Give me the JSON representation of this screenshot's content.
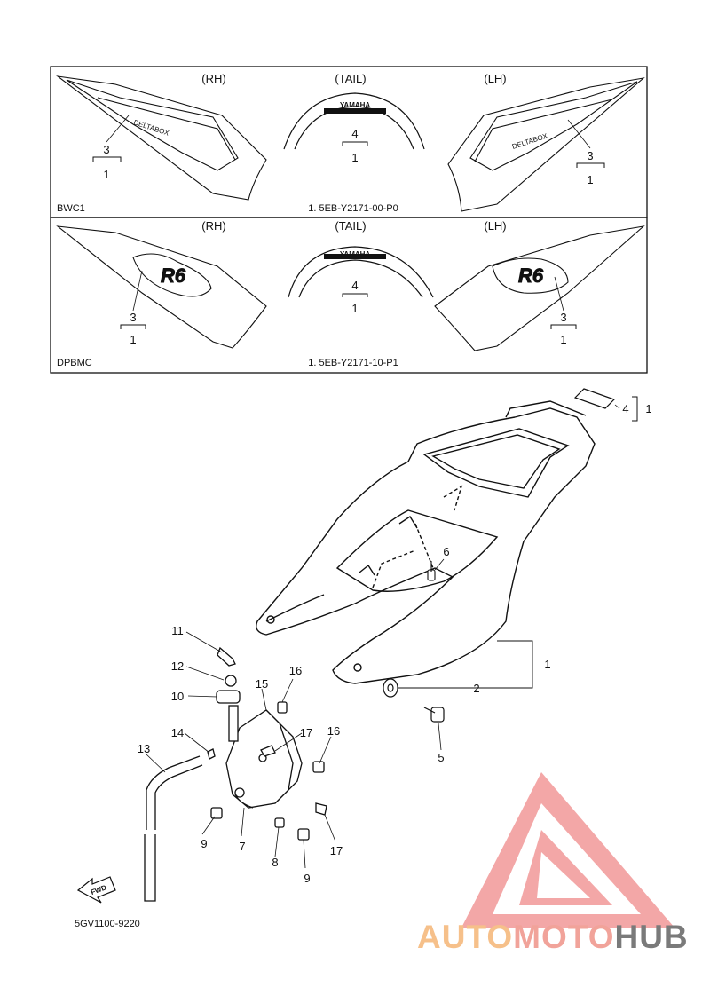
{
  "panel_bwc1": {
    "rh": "(RH)",
    "tail": "(TAIL)",
    "lh": "(LH)",
    "code": "BWC1",
    "part_no": "1. 5EB-Y2171-00-P0",
    "rh_num": "3",
    "rh_sub": "1",
    "tail_num": "4",
    "tail_sub": "1",
    "lh_num": "3",
    "lh_sub": "1",
    "tail_badge": "YAMAHA"
  },
  "panel_dpbmc": {
    "rh": "(RH)",
    "tail": "(TAIL)",
    "lh": "(LH)",
    "code": "DPBMC",
    "part_no": "1. 5EB-Y2171-10-P1",
    "rh_num": "3",
    "rh_sub": "1",
    "tail_num": "4",
    "tail_sub": "1",
    "lh_num": "3",
    "lh_sub": "1",
    "tail_badge": "YAMAHA",
    "side_logo": "R6"
  },
  "callouts": {
    "c4": "4",
    "c1_top": "1",
    "c6": "6",
    "c1": "1",
    "c2": "2",
    "c5": "5",
    "c11": "11",
    "c12": "12",
    "c10": "10",
    "c15": "15",
    "c16a": "16",
    "c16b": "16",
    "c17a": "17",
    "c17b": "17",
    "c14": "14",
    "c13": "13",
    "c9a": "9",
    "c7": "7",
    "c8": "8",
    "c9b": "9"
  },
  "fwd_label": "FWD",
  "diagram_code": "5GV1100-9220",
  "watermark": {
    "auto": "AUTO",
    "moto": "MOTO",
    "hub": "HUB"
  }
}
